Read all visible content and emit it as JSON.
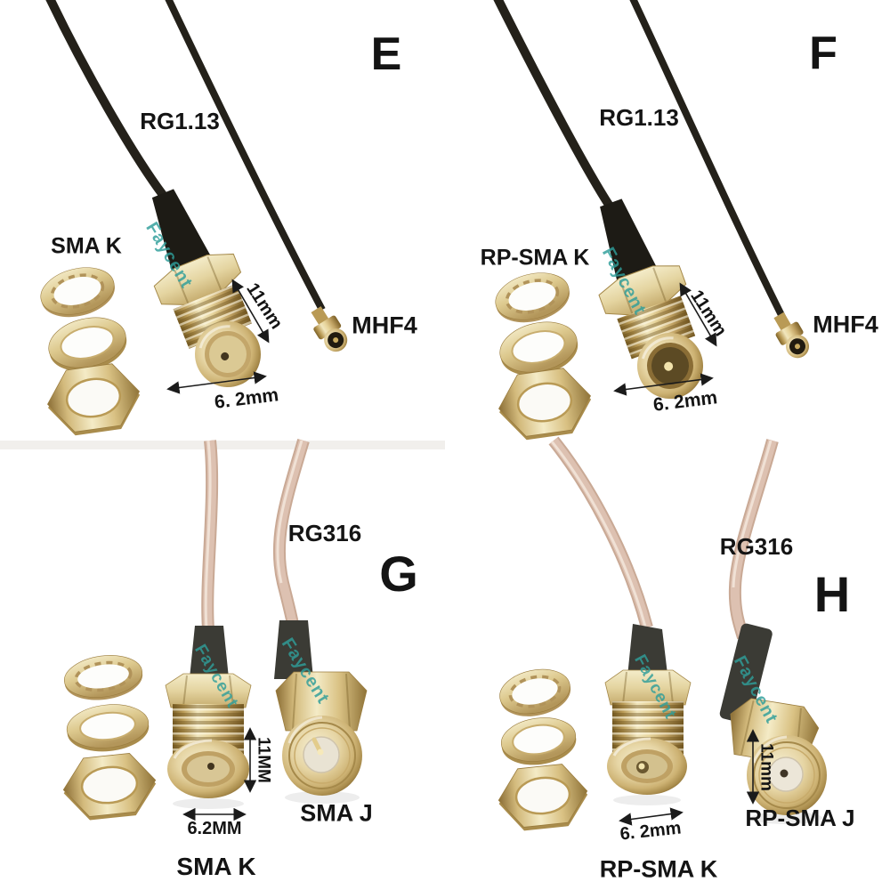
{
  "title": "RF pigtail cable assemblies product photo grid",
  "panels": {
    "e": {
      "letter": "E",
      "cable_label": "RG1.13",
      "left_connector_label": "SMA K",
      "right_connector_label": "MHF4",
      "length_dim": "11mm",
      "width_dim": "6. 2mm",
      "watermark": "Faycent"
    },
    "f": {
      "letter": "F",
      "cable_label": "RG1.13",
      "left_connector_label": "RP-SMA K",
      "right_connector_label": "MHF4",
      "length_dim": "11mm",
      "width_dim": "6. 2mm",
      "watermark": "Faycent"
    },
    "g": {
      "letter": "G",
      "cable_label": "RG316",
      "left_connector_label": "SMA K",
      "right_connector_label": "SMA J",
      "length_dim": "11MM",
      "width_dim": "6.2MM",
      "watermark_left": "Faycent",
      "watermark_right": "Faycent"
    },
    "h": {
      "letter": "H",
      "cable_label": "RG316",
      "left_connector_label": "RP-SMA K",
      "right_connector_label": "RP-SMA J",
      "length_dim": "11mm",
      "width_dim": "6. 2mm",
      "watermark_left": "Faycent",
      "watermark_right": "Faycent"
    }
  },
  "colors": {
    "brass_gold": "#d9c184",
    "watermark_teal": "#2f9e9a",
    "cable_black": "#23211a",
    "cable_pink": "#ddc1b1",
    "label_text": "#141414",
    "background": "#ffffff"
  }
}
